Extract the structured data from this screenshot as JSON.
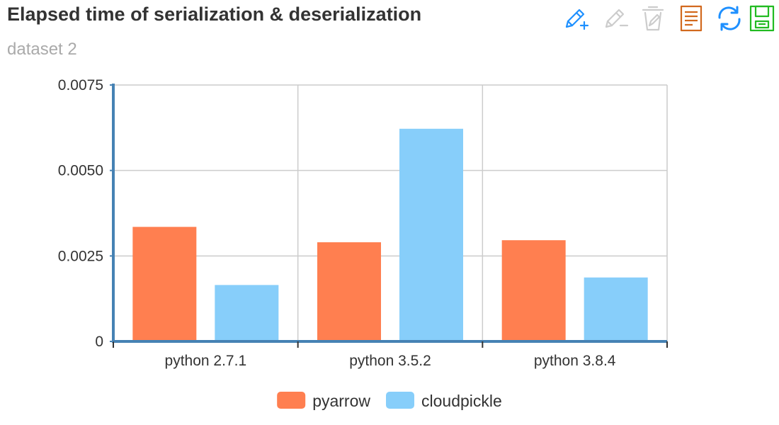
{
  "chart_data": {
    "type": "bar",
    "title": "Elapsed time of serialization & deserialization",
    "subtitle": "dataset 2",
    "categories": [
      "python 2.7.1",
      "python 3.5.2",
      "python 3.8.4"
    ],
    "series": [
      {
        "name": "pyarrow",
        "color": "#ff7f50",
        "values": [
          0.00335,
          0.0029,
          0.00296
        ]
      },
      {
        "name": "cloudpickle",
        "color": "#87cefa",
        "values": [
          0.00165,
          0.00622,
          0.00187
        ]
      }
    ],
    "yticks": [
      "0",
      "0.0025",
      "0.0050",
      "0.0075"
    ],
    "ylim": [
      0,
      0.0075
    ],
    "grid": true,
    "legend": "bottom-center"
  },
  "toolbox": {
    "tools": [
      {
        "icon": "mark-pen-icon",
        "color": "#1e90ff"
      },
      {
        "icon": "mark-undo-icon",
        "color": "#cccccc"
      },
      {
        "icon": "mark-clear-icon",
        "color": "#cccccc"
      },
      {
        "icon": "data-view-icon",
        "color": "#d2691e"
      },
      {
        "icon": "restore-icon",
        "color": "#1e90ff"
      },
      {
        "icon": "save-image-icon",
        "color": "#22bb22"
      }
    ]
  }
}
